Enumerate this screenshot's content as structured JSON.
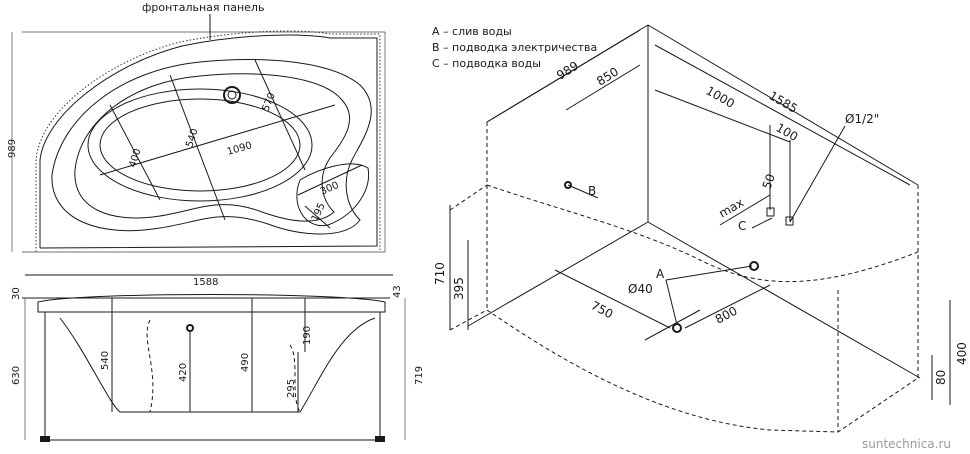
{
  "top_view": {
    "front_panel_label": "фронтальная панель",
    "width_label": "1588",
    "depth_label": "989",
    "inner_dims": [
      "400",
      "540",
      "1090",
      "570",
      "300",
      "195"
    ]
  },
  "front_view": {
    "left_dims": [
      "30",
      "630"
    ],
    "inner_dims": [
      "540",
      "420",
      "490",
      "190",
      "295"
    ],
    "right_dims": [
      "43",
      "719"
    ]
  },
  "legend": {
    "items": [
      "A – слив воды",
      "B – подводка электричества",
      "C – подводка воды"
    ]
  },
  "install_view": {
    "top_dims": [
      "989",
      "850",
      "1000",
      "1585"
    ],
    "dims_100": "100",
    "pipe_label": "Ø1/2\"",
    "max_label": "max",
    "dim_50": "50",
    "left_dims": [
      "710",
      "395"
    ],
    "bottom_dims": [
      "750",
      "800"
    ],
    "drain_dim": "Ø40",
    "right_dims": [
      "400",
      "80"
    ],
    "marker_a": "A",
    "marker_b": "B",
    "marker_c": "C"
  },
  "watermark": "suntechnica.ru"
}
